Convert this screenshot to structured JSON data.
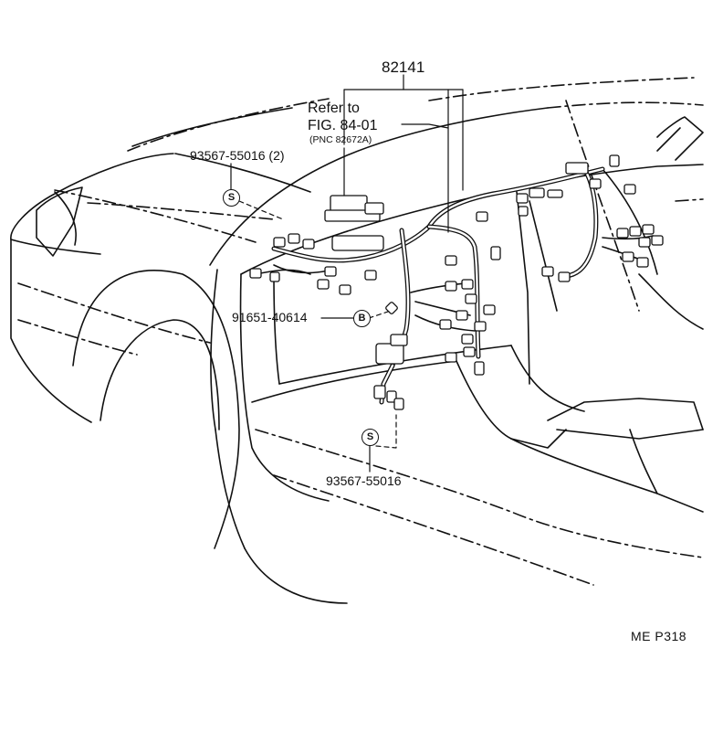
{
  "callouts": {
    "harness_part_no": "82141",
    "refer_line1": "Refer to",
    "refer_line2": "FIG. 84-01",
    "refer_line3": "(PNC 82672A)",
    "screw_upper": "93567-55016 (2)",
    "bolt": "91651-40614",
    "screw_lower": "93567-55016"
  },
  "symbols": {
    "screw_symbol": "S",
    "bolt_symbol": "B"
  },
  "footer": {
    "page_code": "ME  P318"
  }
}
